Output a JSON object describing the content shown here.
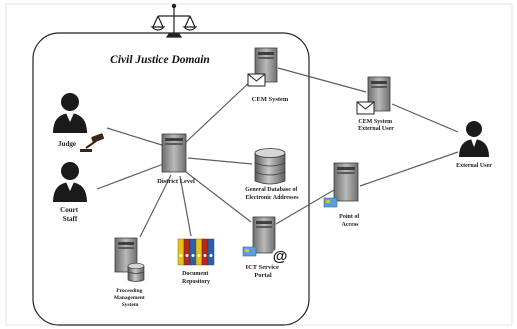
{
  "diagram": {
    "domain_title": "Civil Justice Domain",
    "nodes": {
      "cem_system": "CEM System",
      "cem_external": [
        "CEM System",
        "External User"
      ],
      "judge": "Judge",
      "court_staff": [
        "Court",
        "Staff"
      ],
      "district": "District Level",
      "gdb": [
        "General Database of",
        "Electronic Addresses"
      ],
      "external_user": "External User",
      "poa": [
        "Point of",
        "Access"
      ],
      "ict": [
        "ICT Service",
        "Portal"
      ],
      "pms": [
        "Proceeding",
        "Management",
        "System"
      ],
      "docrepo": [
        "Document",
        "Repository"
      ]
    },
    "connections": [
      [
        "district",
        "judge"
      ],
      [
        "district",
        "court_staff"
      ],
      [
        "district",
        "cem_system"
      ],
      [
        "district",
        "gdb"
      ],
      [
        "district",
        "pms"
      ],
      [
        "district",
        "docrepo"
      ],
      [
        "district",
        "ict"
      ],
      [
        "cem_system",
        "cem_external"
      ],
      [
        "cem_external",
        "external_user"
      ],
      [
        "external_user",
        "poa"
      ],
      [
        "poa",
        "ict"
      ]
    ],
    "colors": {
      "line": "#5f5f5f",
      "server_body": "#8f8f8f",
      "server_dark": "#4a4a4a",
      "person": "#1a1a1a",
      "book_yellow": "#e8c21a",
      "book_red": "#b02a22",
      "book_blue": "#2f5fa8"
    }
  }
}
